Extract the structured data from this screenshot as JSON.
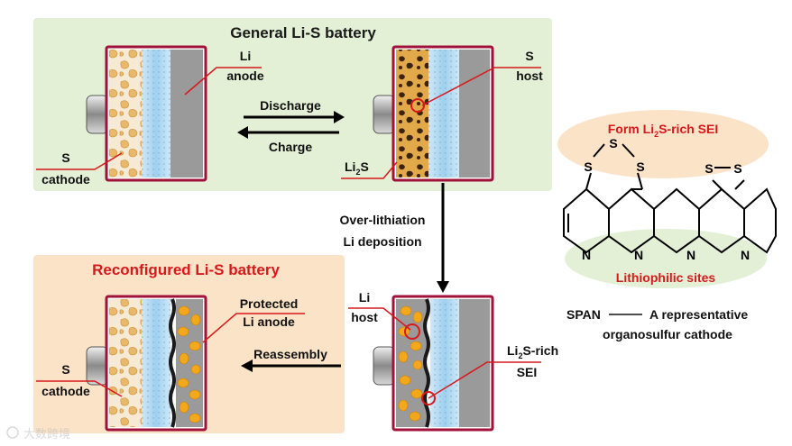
{
  "panels": {
    "general_title": "General Li-S battery",
    "reconfigured_title": "Reconfigured Li-S battery"
  },
  "labels": {
    "li": "Li",
    "anode": "anode",
    "s": "S",
    "cathode": "cathode",
    "s2": "S",
    "host": "host",
    "li2s_main": "Li",
    "li2s_sub": "2",
    "li2s_end": "S",
    "discharge": "Discharge",
    "charge": "Charge",
    "over_lithiation": "Over-lithiation",
    "li_deposition": "Li deposition",
    "li_host_li": "Li",
    "li_host_host": "host",
    "li2s_rich_main": "Li",
    "li2s_rich_sub": "2",
    "li2s_rich_end": "S-rich",
    "sei": "SEI",
    "reassembly": "Reassembly",
    "protected": "Protected",
    "li_anode": "Li anode",
    "s3": "S",
    "cathode2": "cathode"
  },
  "molecule": {
    "sei_label_pre": "Form Li",
    "sei_label_sub": "2",
    "sei_label_post": "S-rich SEI",
    "lithiophilic": "Lithiophilic sites",
    "atom_s": "S",
    "atom_n": "N",
    "span_label": "SPAN",
    "span_desc": "A representative",
    "span_desc2": "organosulfur cathode"
  },
  "watermark": "大数跨境",
  "colors": {
    "green_panel": "#e3f0d6",
    "orange_panel": "#fbe3c8",
    "accent_red": "#d7191c",
    "battery_border": "#a0123a"
  }
}
